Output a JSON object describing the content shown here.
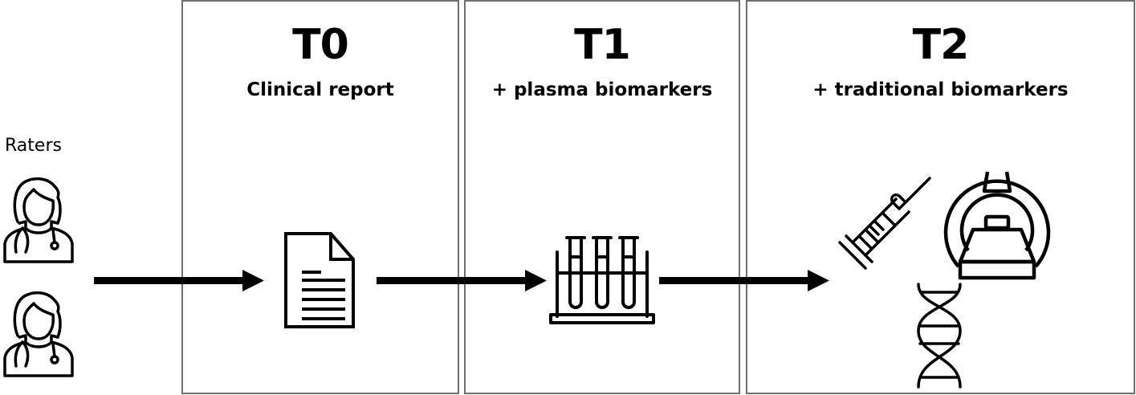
{
  "raters": {
    "label": "Raters",
    "icons": [
      "doctor-female-icon",
      "doctor-female-icon"
    ]
  },
  "stages": [
    {
      "id": "T0",
      "title": "T0",
      "subtitle": "Clinical report",
      "icons": [
        "document-icon"
      ]
    },
    {
      "id": "T1",
      "title": "T1",
      "subtitle": "+ plasma biomarkers",
      "icons": [
        "test-tubes-rack-icon"
      ]
    },
    {
      "id": "T2",
      "title": "T2",
      "subtitle": "+ traditional biomarkers",
      "icons": [
        "syringe-icon",
        "mri-scanner-icon",
        "dna-icon"
      ]
    }
  ],
  "flow": [
    "Raters",
    "T0",
    "T1",
    "T2"
  ],
  "colors": {
    "box_border": "#6f6f6f",
    "ink": "#000000",
    "background": "#ffffff"
  }
}
